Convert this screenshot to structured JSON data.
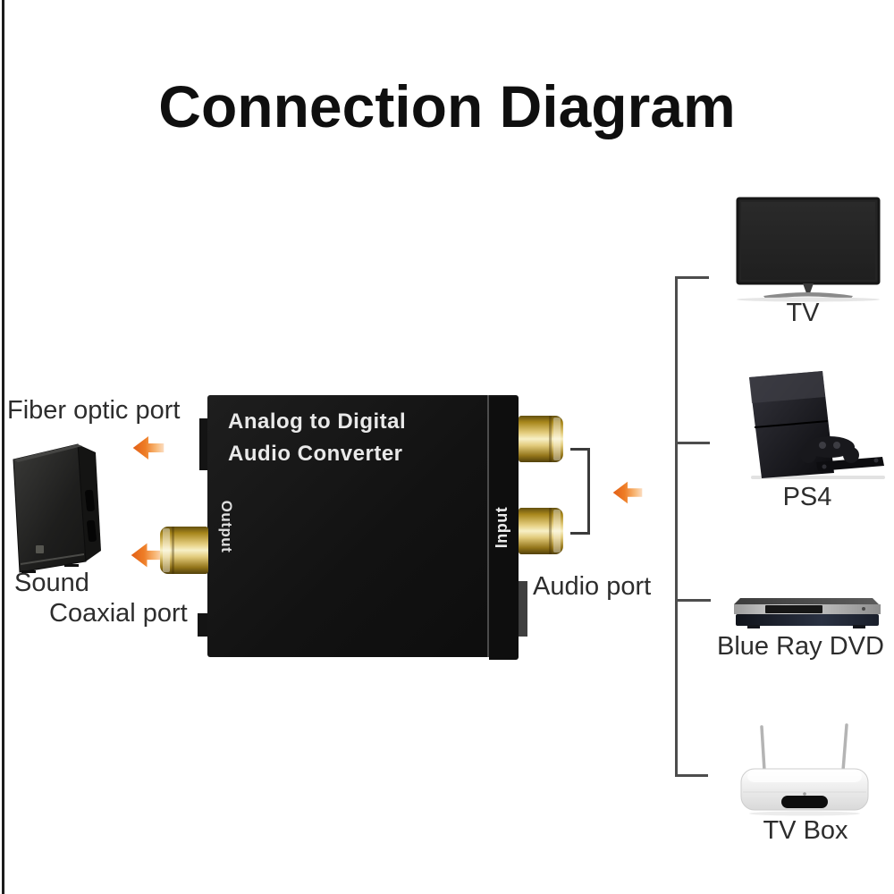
{
  "title": "Connection Diagram",
  "converter": {
    "name_line1": "Analog to Digital",
    "name_line2": "Audio Converter",
    "output_label": "Output",
    "input_label": "Input"
  },
  "left_side": {
    "fiber_label": "Fiber optic port",
    "speaker_label": "Sound",
    "coaxial_label": "Coaxial port",
    "speaker_icon": "speaker-icon"
  },
  "right_side": {
    "audio_port_label": "Audio port",
    "devices": [
      {
        "label": "TV",
        "icon": "tv-icon"
      },
      {
        "label": "PS4",
        "icon": "ps4-icon"
      },
      {
        "label": "Blue Ray DVD",
        "icon": "bluray-player-icon"
      },
      {
        "label": "TV Box",
        "icon": "tv-box-icon"
      }
    ]
  },
  "icons": {
    "arrow": "left-arrow-icon",
    "bracket": "rca-pair-bracket"
  },
  "colors": {
    "background": "#ffffff",
    "title_text": "#0f0f0f",
    "label_text": "#2d2d2d",
    "converter_body": "#161616",
    "converter_text": "#e9e9e9",
    "arrow_orange": "#e8701e",
    "gold_connector": "#c9a22c",
    "connector_line": "#4d4d4d"
  }
}
